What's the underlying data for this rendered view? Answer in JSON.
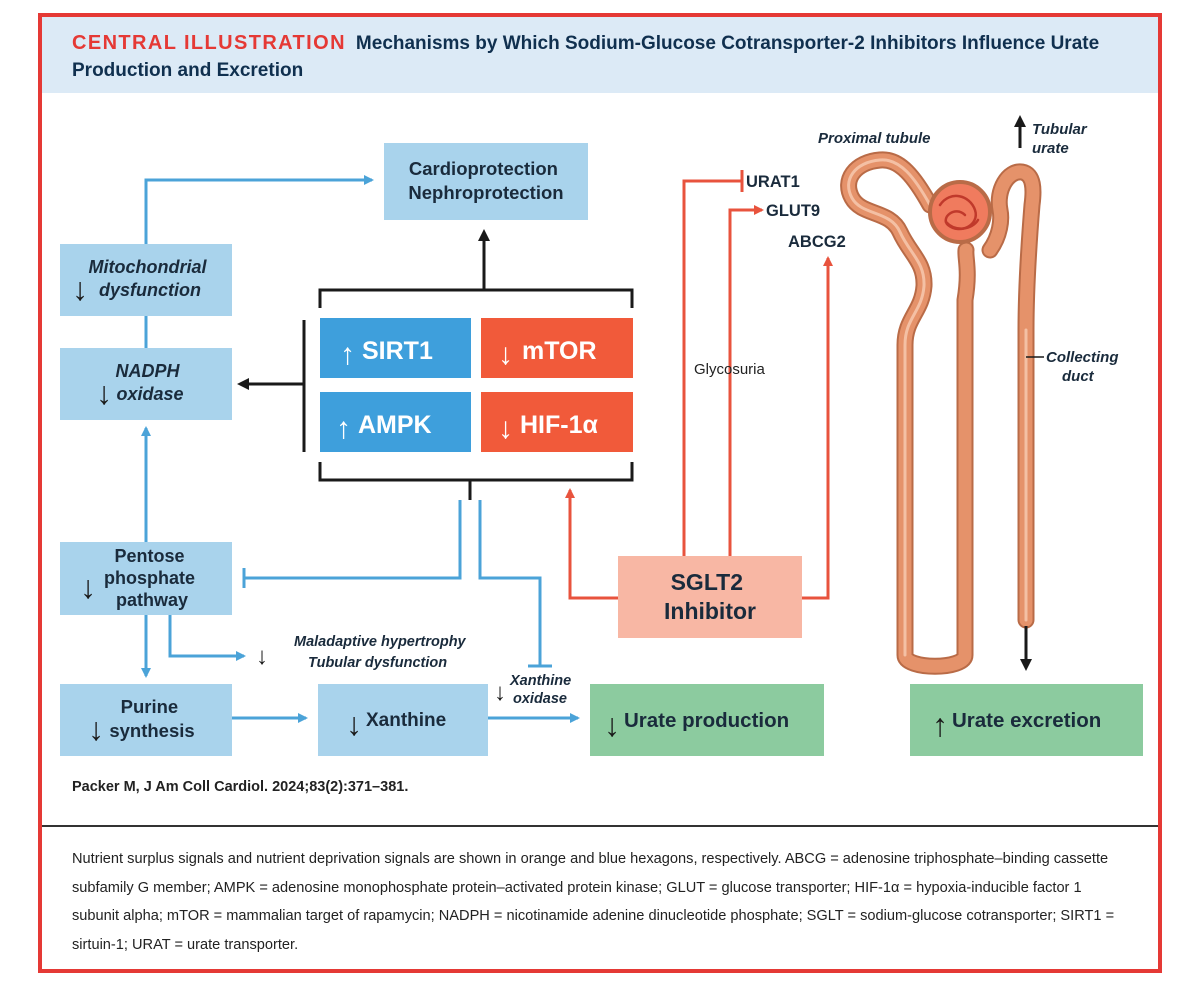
{
  "header": {
    "lead": "CENTRAL ILLUSTRATION",
    "title": "Mechanisms by Which Sodium-Glucose Cotransporter-2 Inhibitors Influence Urate Production and Excretion"
  },
  "nodes": {
    "cardio": "Cardioprotection",
    "nephro": "Nephroprotection",
    "mito_1": "Mitochondrial",
    "mito_2": "dysfunction",
    "nadph_1": "NADPH",
    "nadph_2": "oxidase",
    "pentose_1": "Pentose",
    "pentose_2": "phosphate",
    "pentose_3": "pathway",
    "purine_1": "Purine",
    "purine_2": "synthesis",
    "xanthine": "Xanthine",
    "urate_prod": "Urate production",
    "urate_excr": "Urate excretion",
    "sglt2_1": "SGLT2",
    "sglt2_2": "Inhibitor",
    "sirt1": "SIRT1",
    "mtor": "mTOR",
    "ampk": "AMPK",
    "hif": "HIF-1α"
  },
  "labels": {
    "maladaptive": "Maladaptive hypertrophy",
    "tubular_dys": "Tubular dysfunction",
    "xo_1": "Xanthine",
    "xo_2": "oxidase",
    "glycosuria": "Glycosuria",
    "urat1": "URAT1",
    "glut9": "GLUT9",
    "abcg2": "ABCG2",
    "proximal": "Proximal tubule",
    "tubular_urate_1": "Tubular",
    "tubular_urate_2": "urate",
    "collecting_1": "Collecting",
    "collecting_2": "duct"
  },
  "colors": {
    "blue_box": "#a9d3ec",
    "blue_hex": "#3e9fdc",
    "orange_hex": "#f15a3a",
    "green_box": "#8ccb9f",
    "sglt2_box": "#f8b7a4",
    "blue_arrow": "#4ba3d8",
    "red_arrow": "#e8533d",
    "tubule": "#e5926a"
  },
  "citation": "Packer M, J Am Coll Cardiol. 2024;83(2):371–381.",
  "caption": "Nutrient surplus signals and nutrient deprivation signals are shown in orange and blue hexagons, respectively. ABCG = adenosine triphosphate–binding cassette subfamily G member; AMPK = adenosine monophosphate protein–activated protein kinase; GLUT = glucose transporter; HIF-1α = hypoxia-inducible factor 1 subunit alpha; mTOR = mammalian target of rapamycin; NADPH = nicotinamide adenine dinucleotide phosphate; SGLT = sodium-glucose cotransporter; SIRT1 = sirtuin-1; URAT = urate transporter."
}
